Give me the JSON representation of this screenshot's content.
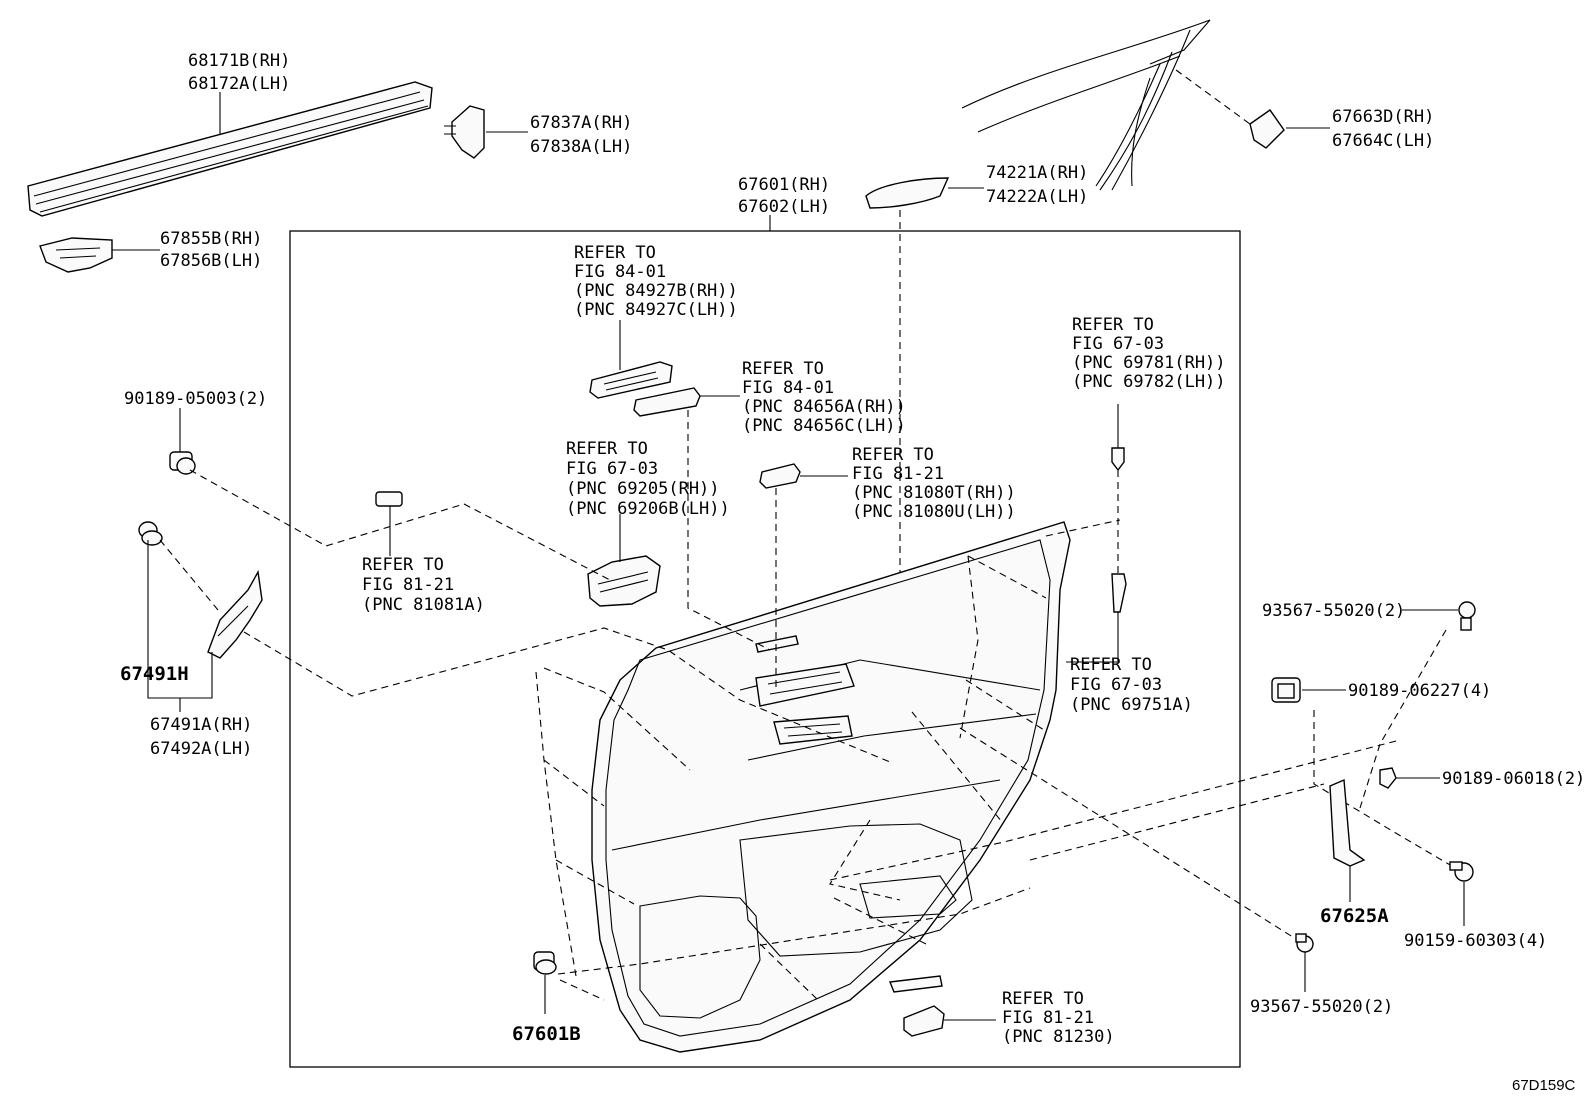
{
  "diagram_id": "67D159C",
  "labels": {
    "belt_moulding": [
      "68171B(RH)",
      "68172A(LH)"
    ],
    "trim_piece_top": [
      "67837A(RH)",
      "67838A(LH)"
    ],
    "bracket_small": [
      "67855B(RH)",
      "67856B(LH)"
    ],
    "door_panel": [
      "67601(RH)",
      "67602(LH)"
    ],
    "garnish_upper": [
      "74221A(RH)",
      "74222A(LH)"
    ],
    "mirror_cover": [
      "67663D(RH)",
      "67664C(LH)"
    ],
    "clip_top_left": "90189-05003(2)",
    "ref_switch_upper": [
      "REFER TO",
      "FIG 84-01",
      "(PNC 84927B(RH))",
      "(PNC 84927C(LH))"
    ],
    "ref_switch_lower": [
      "REFER TO",
      "FIG 84-01",
      "(PNC 84656A(RH))",
      "(PNC 84656C(LH))"
    ],
    "ref_handle": [
      "REFER TO",
      "FIG 67-03",
      "(PNC 69205(RH))",
      "(PNC 69206B(LH))"
    ],
    "ref_lamp_upper": [
      "REFER TO",
      "FIG 81-21",
      "(PNC 81080T(RH))",
      "(PNC 81080U(LH))"
    ],
    "ref_lock_knob": [
      "REFER TO",
      "FIG 67-03",
      "(PNC 69781(RH))",
      "(PNC 69782(LH))"
    ],
    "ref_lamp_left": [
      "REFER TO",
      "FIG 81-21",
      "(PNC 81081A)"
    ],
    "ref_rod": [
      "REFER TO",
      "FIG 67-03",
      "(PNC 69751A)"
    ],
    "ref_lamp_bottom": [
      "REFER TO",
      "FIG 81-21",
      "(PNC 81230)"
    ],
    "cover_part": "67491H",
    "cover_rh_lh": [
      "67491A(RH)",
      "67492A(LH)"
    ],
    "clip_bottom": "67601B",
    "screw_upper": "93567-55020(2)",
    "clip_right_1": "90189-06227(4)",
    "clip_right_2": "90189-06018(2)",
    "bracket_right": "67625A",
    "bolt_right": "90159-60303(4)",
    "screw_lower": "93567-55020(2)"
  }
}
